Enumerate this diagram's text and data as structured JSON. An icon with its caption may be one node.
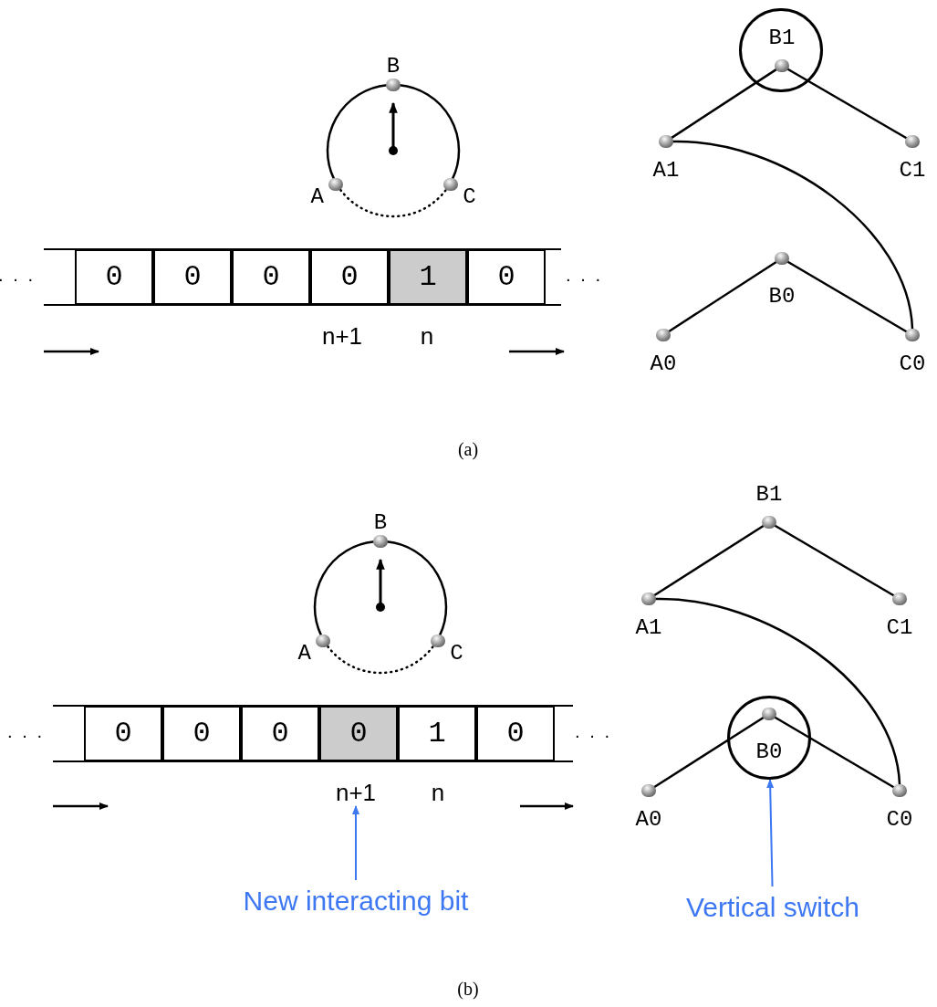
{
  "diagram": {
    "nodes": [
      {
        "text": [
          "B"
        ]
      },
      {
        "text": [
          "A"
        ]
      },
      {
        "text": [
          "C"
        ]
      },
      {
        "text": [
          "0"
        ]
      },
      {
        "text": [
          "0"
        ]
      },
      {
        "text": [
          "0"
        ]
      },
      {
        "text": [
          "0"
        ]
      },
      {
        "text": [
          "1"
        ]
      },
      {
        "text": [
          "0"
        ]
      },
      {
        "text": [],
        "shape": "circle"
      },
      {
        "text": [
          "B1"
        ],
        "in": 9
      },
      {
        "text": [
          "A1"
        ]
      },
      {
        "text": [
          "C1"
        ]
      },
      {
        "text": [
          "B0"
        ]
      },
      {
        "text": [
          "A0"
        ]
      },
      {
        "text": [
          "C0"
        ]
      },
      {
        "text": [
          "B"
        ]
      },
      {
        "text": [
          "A"
        ]
      },
      {
        "text": [
          "C"
        ]
      },
      {
        "text": [
          "0"
        ]
      },
      {
        "text": [
          "0"
        ]
      },
      {
        "text": [
          "0"
        ]
      },
      {
        "text": [
          "0"
        ]
      },
      {
        "text": [
          "1"
        ]
      },
      {
        "text": [
          "0"
        ]
      },
      {
        "text": [
          "B1"
        ]
      },
      {
        "text": [
          "A1"
        ]
      },
      {
        "text": [
          "C1"
        ]
      },
      {
        "text": [],
        "shape": "circle"
      },
      {
        "text": [
          "B0"
        ],
        "in": 28
      },
      {
        "text": [
          "A0"
        ]
      },
      {
        "text": [
          "C0"
        ]
      },
      {
        "text": [
          "n+1"
        ]
      },
      {
        "text": [
          "New interacting bit"
        ]
      },
      {
        "text": [
          "Vertical switch"
        ]
      }
    ],
    "edges": [
      {
        "from": 1,
        "to": 0,
        "arrow": "none"
      },
      {
        "from": 0,
        "to": 2,
        "arrow": "none"
      },
      {
        "from": 1,
        "to": 2,
        "arrow": "none",
        "style": "dashed"
      },
      {
        "from": 10,
        "to": 11,
        "arrow": "none"
      },
      {
        "from": 10,
        "to": 12,
        "arrow": "none"
      },
      {
        "from": 11,
        "to": 15,
        "arrow": "none"
      },
      {
        "from": 13,
        "to": 14,
        "arrow": "none"
      },
      {
        "from": 13,
        "to": 15,
        "arrow": "none"
      },
      {
        "from": 17,
        "to": 16,
        "arrow": "none"
      },
      {
        "from": 16,
        "to": 18,
        "arrow": "none"
      },
      {
        "from": 17,
        "to": 18,
        "arrow": "none",
        "style": "dashed"
      },
      {
        "from": 25,
        "to": 26,
        "arrow": "none"
      },
      {
        "from": 25,
        "to": 27,
        "arrow": "none"
      },
      {
        "from": 26,
        "to": 31,
        "arrow": "none"
      },
      {
        "from": 29,
        "to": 30,
        "arrow": "none"
      },
      {
        "from": 29,
        "to": 31,
        "arrow": "none"
      },
      {
        "from": 33,
        "to": 32,
        "arrow": "to",
        "color": "#3d78f2"
      },
      {
        "from": 34,
        "to": 28,
        "arrow": "to",
        "color": "#3d78f2"
      }
    ],
    "labels": [
      "· · ·",
      "· · ·",
      "n+1",
      "n",
      "(a)",
      "· · ·",
      "· · ·",
      "n",
      "(b)"
    ]
  }
}
